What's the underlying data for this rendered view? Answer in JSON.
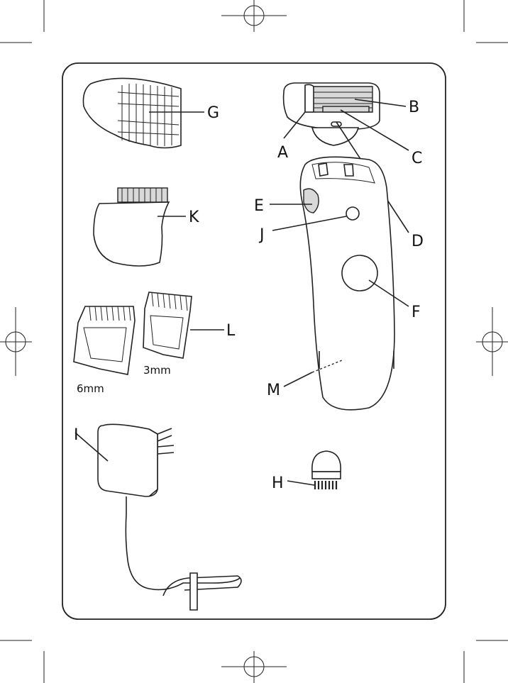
{
  "labels": {
    "G": "G",
    "K": "K",
    "L": "L",
    "I": "I",
    "A": "A",
    "B": "B",
    "C": "C",
    "D": "D",
    "E": "E",
    "J": "J",
    "F": "F",
    "M": "M",
    "H": "H"
  },
  "comb_sizes": {
    "large": "6mm",
    "small": "3mm"
  }
}
